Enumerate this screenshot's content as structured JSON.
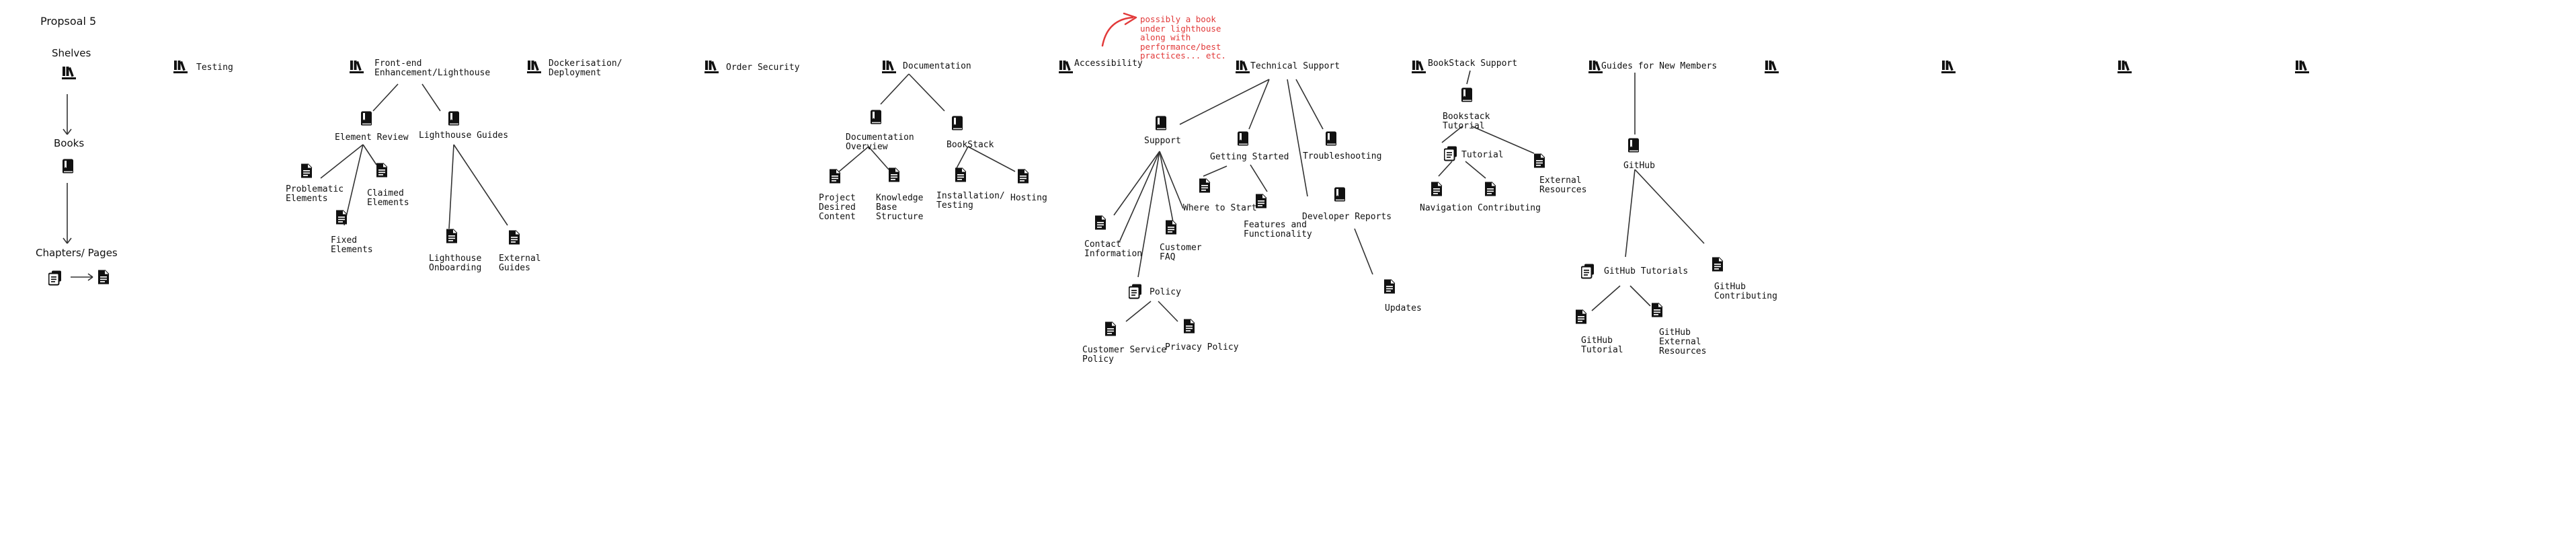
{
  "title": "Propsoal 5",
  "legend": {
    "shelves": "Shelves",
    "books": "Books",
    "chapters_pages": "Chapters/ Pages"
  },
  "shelves": [
    {
      "label": "Testing"
    },
    {
      "label": "Front-end\nEnhancement/Lighthouse"
    },
    {
      "label": "Dockerisation/\nDeployment"
    },
    {
      "label": "Order Security"
    },
    {
      "label": "Documentation"
    },
    {
      "label": "Accessibility"
    },
    {
      "label": "Technical Support"
    },
    {
      "label": "BookStack Support"
    },
    {
      "label": "Guides for New Members"
    },
    {
      "label": ""
    },
    {
      "label": ""
    },
    {
      "label": ""
    },
    {
      "label": ""
    }
  ],
  "books": {
    "element_review": "Element Review",
    "lighthouse_guides": "Lighthouse Guides",
    "documentation_overview": "Documentation\nOverview",
    "bookstack": "BookStack",
    "support": "Support",
    "getting_started": "Getting Started",
    "troubleshooting": "Troubleshooting",
    "developer_reports": "Developer Reports",
    "bookstack_tutorial": "Bookstack\nTutorial",
    "github": "GitHub"
  },
  "chapters": {
    "policy": "Policy",
    "tutorial": "Tutorial",
    "github_tutorials": "GitHub Tutorials"
  },
  "pages": {
    "problematic_elements": "Problematic\nElements",
    "claimed_elements": "Claimed\nElements",
    "fixed_elements": "Fixed\nElements",
    "lighthouse_onboarding": "Lighthouse\nOnboarding",
    "external_guides": "External\nGuides",
    "project_desired_content": "Project\nDesired\nContent",
    "knowledge_base_structure": "Knowledge\nBase\nStructure",
    "installation_testing": "Installation/\nTesting",
    "hosting": "Hosting",
    "contact_information": "Contact\nInformation",
    "customer_faq": "Customer\nFAQ",
    "where_to_start": "Where to Start",
    "features_and_functionality": "Features and\nFunctionality",
    "customer_service_policy": "Customer Service\nPolicy",
    "privacy_policy": "Privacy Policy",
    "updates": "Updates",
    "navigation": "Navigation",
    "contributing": "Contributing",
    "external_resources": "External\nResources",
    "github_contributing": "GitHub\nContributing",
    "github_tutorial": "GitHub\nTutorial",
    "github_external_resources": "GitHub\nExternal\nResources"
  },
  "annotation": "possibly a book\nunder lighthouse\nalong with\nperformance/best\npractices... etc.",
  "colors": {
    "ink": "#111111",
    "annotation": "#e23a3a"
  }
}
